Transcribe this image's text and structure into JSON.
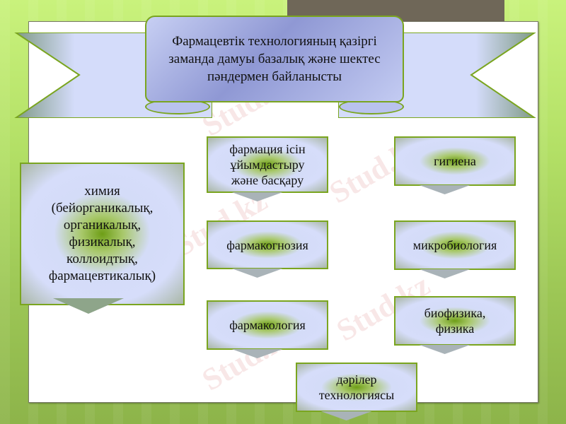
{
  "slide": {
    "title_banner": {
      "lines": [
        "Фармацевтік технологияның қазіргі",
        "заманда дамуы базалық және шектес",
        "пәндермен байланысты"
      ]
    },
    "boxes": [
      {
        "id": "chemistry",
        "lines": [
          "химия",
          "(бейорганикалық,",
          "органикалық,",
          "физикалық,",
          "коллоидтық,",
          "фармацевтикалық)"
        ]
      },
      {
        "id": "pharmacy-organization",
        "lines": [
          "фармация ісін",
          "ұйымдастыру",
          "және басқару"
        ]
      },
      {
        "id": "pharmacognosy",
        "lines": [
          "фармакогнозия"
        ]
      },
      {
        "id": "pharmacology",
        "lines": [
          "фармакология"
        ]
      },
      {
        "id": "hygiene",
        "lines": [
          "гигиена"
        ]
      },
      {
        "id": "microbiology",
        "lines": [
          "микробиология"
        ]
      },
      {
        "id": "biophysics",
        "lines": [
          "биофизика,",
          "физика"
        ]
      },
      {
        "id": "drug-technology",
        "lines": [
          "дәрілер",
          "технологиясы"
        ]
      }
    ],
    "watermark": "Stud.kz",
    "colors": {
      "background_top": "#c9f27c",
      "background_bottom": "#8db44a",
      "box_border": "#7aa51f",
      "box_fill": "#d6ddfa",
      "banner_fill": "#8f98d4",
      "dark_rect": "#6f6758"
    }
  }
}
